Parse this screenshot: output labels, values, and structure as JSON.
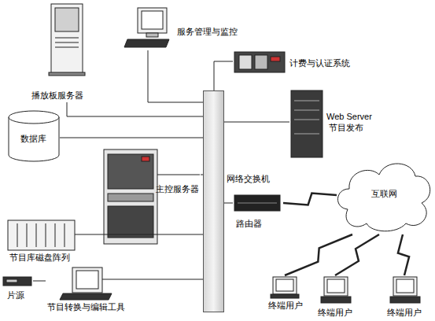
{
  "diagram": {
    "nodes": [
      {
        "text": [
          "播放板服务器"
        ]
      },
      {
        "text": [
          "服务管理与监控"
        ]
      },
      {
        "text": [
          "计费与认证系统"
        ]
      },
      {
        "text": [
          "数据库"
        ]
      },
      {
        "text": [
          "Web Server",
          "节目发布"
        ]
      },
      {
        "text": [
          "主控服务器"
        ]
      },
      {
        "text": [
          "网络交换机"
        ]
      },
      {
        "text": [
          "路由器"
        ]
      },
      {
        "text": [
          "互联网"
        ]
      },
      {
        "text": [
          "节目库磁盘阵列"
        ]
      },
      {
        "text": [
          "片源"
        ]
      },
      {
        "text": [
          "节目转换与编辑工具"
        ]
      },
      {
        "text": [
          "终端用户"
        ]
      },
      {
        "text": [
          "终端用户"
        ]
      },
      {
        "text": [
          "终端用户"
        ]
      }
    ],
    "edges": [
      {
        "from": 0,
        "to": 6,
        "arrow": "none"
      },
      {
        "from": 1,
        "to": 6,
        "arrow": "none"
      },
      {
        "from": 6,
        "to": 2,
        "arrow": "none"
      },
      {
        "from": 3,
        "to": 6,
        "arrow": "none"
      },
      {
        "from": 6,
        "to": 4,
        "arrow": "none"
      },
      {
        "from": 5,
        "to": 6,
        "arrow": "none"
      },
      {
        "from": 6,
        "to": 7,
        "arrow": "none"
      },
      {
        "from": 7,
        "to": 8,
        "arrow": "none"
      },
      {
        "from": 9,
        "to": 6,
        "arrow": "none"
      },
      {
        "from": 10,
        "to": 11,
        "arrow": "none"
      },
      {
        "from": 11,
        "to": 6,
        "arrow": "none"
      },
      {
        "from": 8,
        "to": 12,
        "arrow": "none"
      },
      {
        "from": 8,
        "to": 13,
        "arrow": "none"
      },
      {
        "from": 8,
        "to": 14,
        "arrow": "none"
      }
    ]
  }
}
